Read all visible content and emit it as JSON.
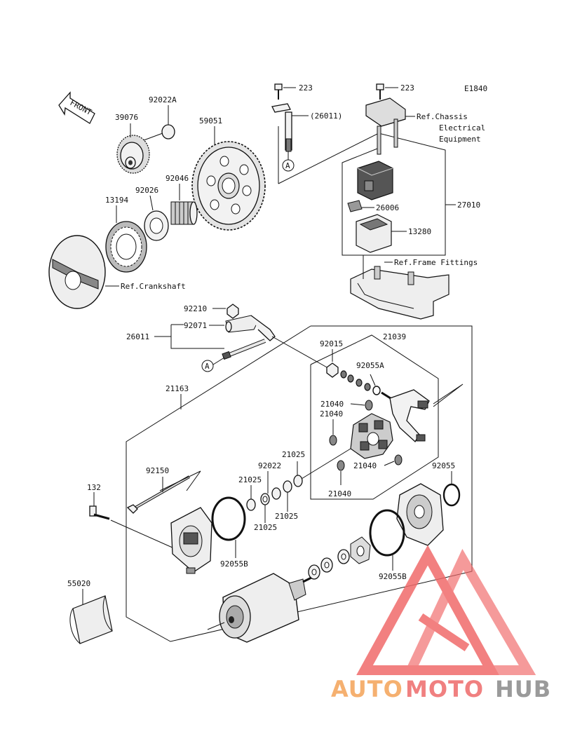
{
  "diagram_code": "E1840",
  "front_label": "FRONT",
  "parts": {
    "p39076": "39076",
    "p92022A": "92022A",
    "p59051": "59051",
    "p223a": "223",
    "p26011a": "(26011)",
    "p223b": "223",
    "p27010": "27010",
    "p26006": "26006",
    "p13280": "13280",
    "p92046": "92046",
    "p92026": "92026",
    "p13194": "13194",
    "p92210": "92210",
    "p92071": "92071",
    "p26011b": "26011",
    "p21039": "21039",
    "p92015": "92015",
    "p92055A": "92055A",
    "p21163": "21163",
    "p21040a": "21040",
    "p21040b": "21040",
    "p21040c": "21040",
    "p21040d": "21040",
    "p21025a": "21025",
    "p92022": "92022",
    "p21025b": "21025",
    "p21025c": "21025",
    "p21025d": "21025",
    "p92150": "92150",
    "p132": "132",
    "p92055": "92055",
    "p92055Ba": "92055B",
    "p92055Bb": "92055B",
    "p55020": "55020"
  },
  "refs": {
    "chassis_1": "Ref.Chassis",
    "chassis_2": "Electrical",
    "chassis_3": "Equipment",
    "frame": "Ref.Frame Fittings",
    "crank": "Ref.Crankshaft"
  },
  "callout_a1": "A",
  "callout_a2": "A",
  "watermark": {
    "word_a": "AUTO",
    "word_b": "MOTO",
    "word_c": "HUB",
    "color_a": "#f5b070",
    "color_b": "#f08080",
    "color_c": "#9a9a9a",
    "logo_color": "#f06a6a"
  }
}
